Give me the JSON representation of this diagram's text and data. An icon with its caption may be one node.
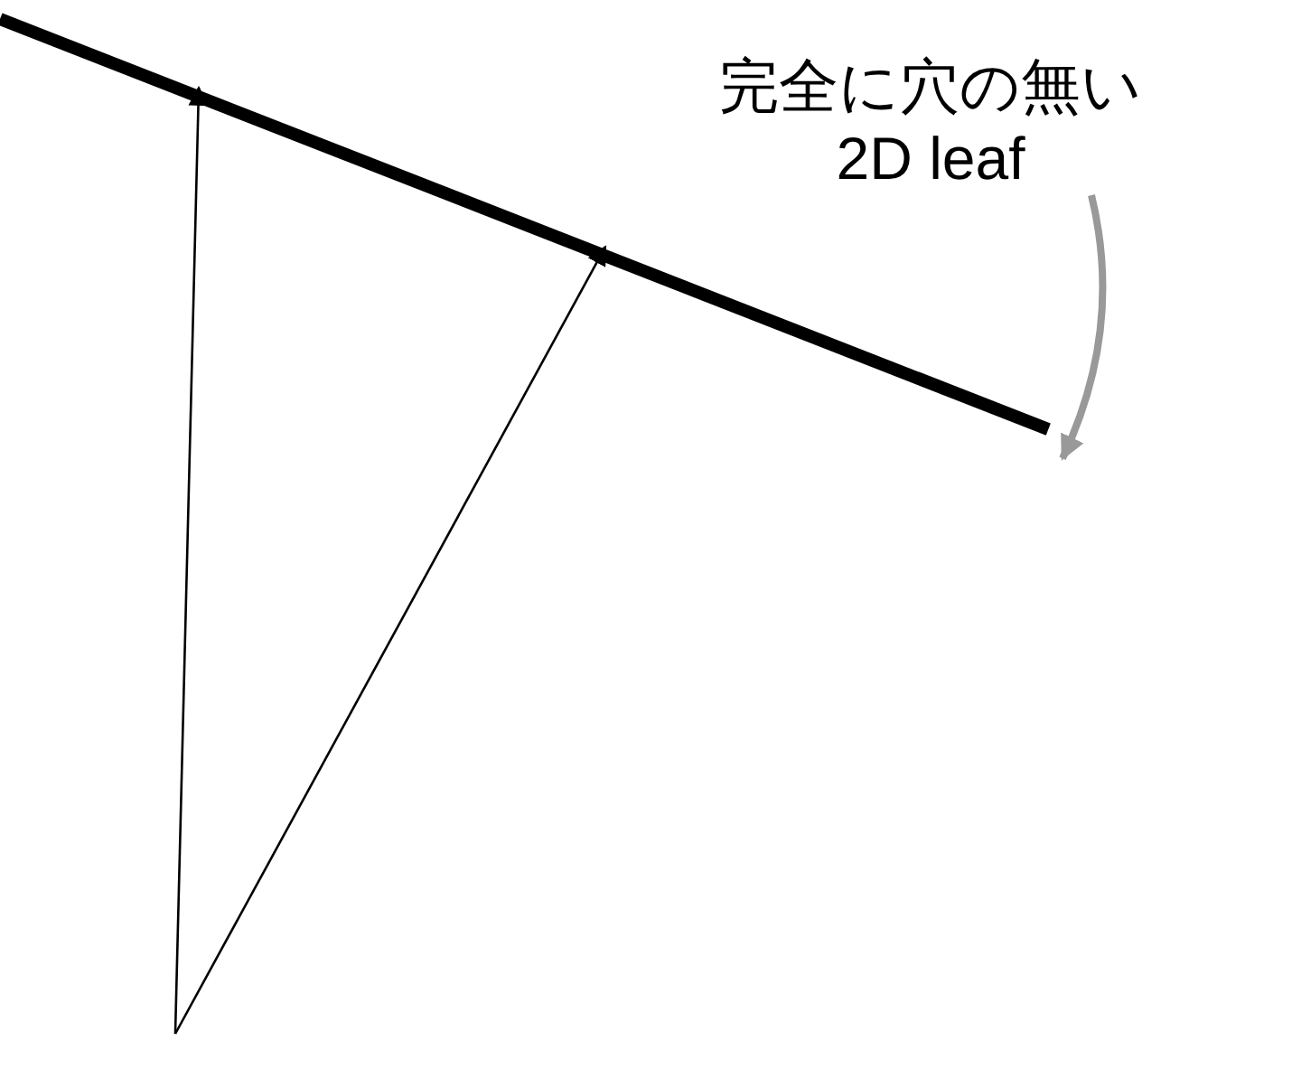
{
  "diagram": {
    "nodes": [
      {
        "text": [
          "完全に穴の無い 2D leaf"
        ]
      },
      {
        "text": [],
        "shape": "bar"
      }
    ],
    "edges": [
      {
        "from": null,
        "to": 1,
        "arrow": "to"
      },
      {
        "from": null,
        "to": 1,
        "arrow": "to"
      },
      {
        "from": 0,
        "to": 1,
        "arrow": "to",
        "style": "thick",
        "color": "#999999"
      }
    ]
  }
}
